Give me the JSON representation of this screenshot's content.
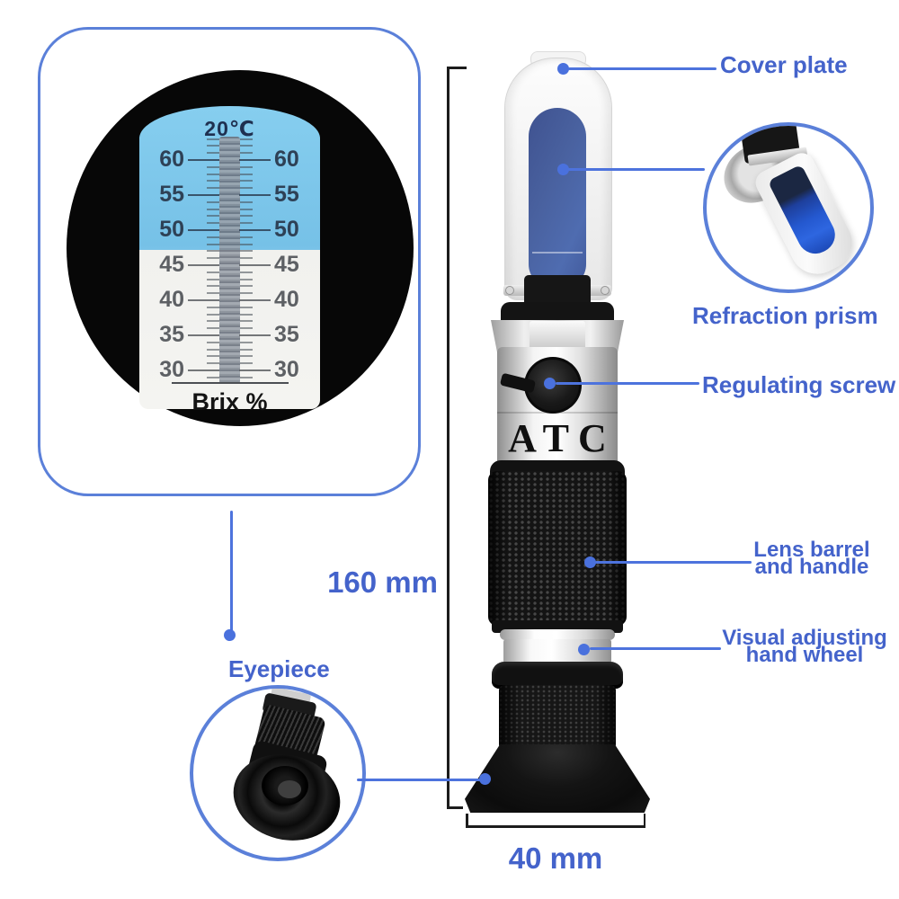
{
  "colors": {
    "label_blue": "#4463cb",
    "callout_blue": "#4d73dd",
    "outline_blue": "#5b80d9",
    "scale_sky_blue": "#79c2e8",
    "prism_slate_blue": "#49619f",
    "bright_prism_blue": "#2458cf"
  },
  "scale_inset": {
    "temperature": "20℃",
    "values": [
      "60",
      "55",
      "50",
      "45",
      "40",
      "35",
      "30"
    ],
    "unit_label": "Brix %"
  },
  "product": {
    "body_label": "ATC"
  },
  "callouts": [
    {
      "id": "cover-plate",
      "label": "Cover plate"
    },
    {
      "id": "refraction-prism",
      "label": "Refraction prism"
    },
    {
      "id": "regulating-screw",
      "label": "Regulating screw"
    },
    {
      "id": "lens-barrel",
      "label": "Lens barrel",
      "label2": "and handle"
    },
    {
      "id": "hand-wheel",
      "label": "Visual adjusting",
      "label2": "hand wheel"
    },
    {
      "id": "eyepiece",
      "label": "Eyepiece"
    }
  ],
  "dimensions": {
    "height_label": "160 mm",
    "width_label": "40 mm"
  }
}
